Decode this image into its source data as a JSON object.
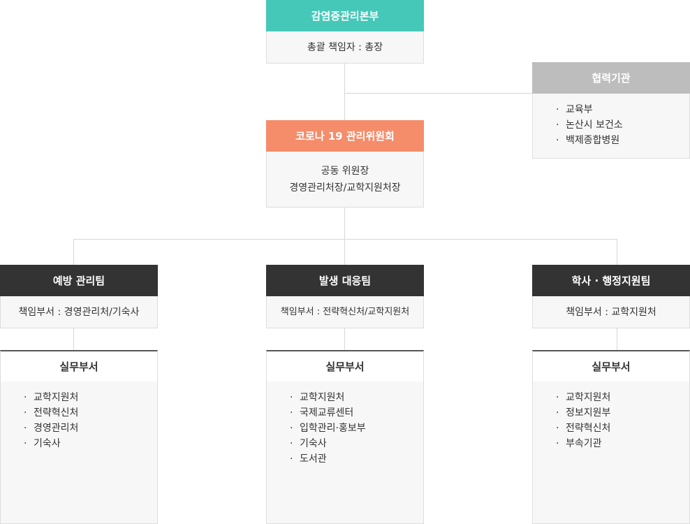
{
  "hq": {
    "title": "감염증관리본부",
    "body": "총괄 책임자 : 총장",
    "color": "#45c8b8"
  },
  "partner": {
    "title": "협력기관",
    "color": "#bdbdbd",
    "items": [
      "교육부",
      "논산시 보건소",
      "백제종합병원"
    ]
  },
  "committee": {
    "title": "코로나 19 관리위원회",
    "color": "#f58c6a",
    "body_line1": "공동 위원장",
    "body_line2": "경영관리처장/교학지원처장"
  },
  "teams": [
    {
      "title": "예방 관리팀",
      "responsible": "책임부서 : 경영관리처/기숙사",
      "dept_title": "실무부서",
      "items": [
        "교학지원처",
        "전략혁신처",
        "경영관리처",
        "기숙사"
      ]
    },
    {
      "title": "발생 대응팀",
      "responsible": "책임부서 : 전략혁신처/교학지원처",
      "dept_title": "실무부서",
      "items": [
        "교학지원처",
        "국제교류센터",
        "입학관리·홍보부",
        "기숙사",
        "도서관"
      ]
    },
    {
      "title": "학사 · 행정지원팀",
      "responsible": "책임부서 : 교학지원처",
      "dept_title": "실무부서",
      "items": [
        "교학지원처",
        "정보지원부",
        "전략혁신처",
        "부속기관"
      ]
    }
  ]
}
